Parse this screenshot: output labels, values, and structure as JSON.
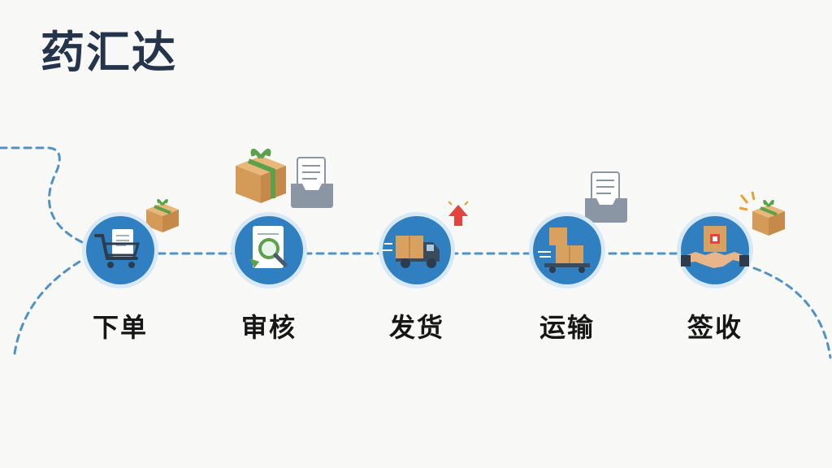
{
  "header": {
    "title": "药汇达"
  },
  "steps": [
    {
      "label": "下单",
      "icon": "shopping-cart-icon"
    },
    {
      "label": "审核",
      "icon": "document-search-icon"
    },
    {
      "label": "发货",
      "icon": "delivery-truck-icon"
    },
    {
      "label": "运输",
      "icon": "package-transport-icon"
    },
    {
      "label": "签收",
      "icon": "handshake-icon"
    }
  ],
  "colors": {
    "title": "#24344a",
    "circle": "#2f7fc1",
    "circle_ring": "#d7e9f6",
    "dashed_line": "#4f92c4",
    "box": "#d9a15f",
    "ribbon": "#5aa14a"
  }
}
